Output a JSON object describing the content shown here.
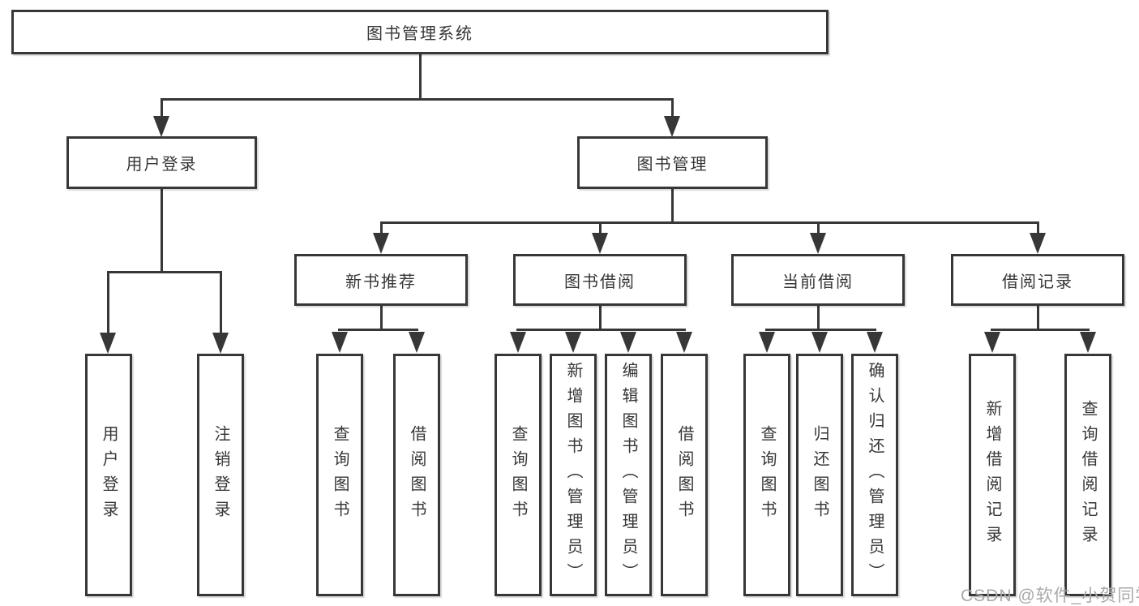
{
  "colors": {
    "line": "#373737",
    "node_border": "#373737",
    "node_text": "#363636",
    "background": "#ffffff",
    "watermark": "#a9a9a9"
  },
  "chart": {
    "type": "tree-diagram",
    "root": {
      "label": "图书管理系统"
    },
    "branches": [
      {
        "label": "用户登录",
        "children": [
          {
            "label": "用户登录"
          },
          {
            "label": "注销登录"
          }
        ]
      },
      {
        "label": "图书管理",
        "children": [
          {
            "label": "新书推荐",
            "children": [
              {
                "label": "查询图书"
              },
              {
                "label": "借阅图书"
              }
            ]
          },
          {
            "label": "图书借阅",
            "children": [
              {
                "label": "查询图书"
              },
              {
                "label": "新增图书（管理员）"
              },
              {
                "label": "编辑图书（管理员）"
              },
              {
                "label": "借阅图书"
              }
            ]
          },
          {
            "label": "当前借阅",
            "children": [
              {
                "label": "查询图书"
              },
              {
                "label": "归还图书"
              },
              {
                "label": "确认归还（管理员）"
              }
            ]
          },
          {
            "label": "借阅记录",
            "children": [
              {
                "label": "新增借阅记录"
              },
              {
                "label": "查询借阅记录"
              }
            ]
          }
        ]
      }
    ]
  },
  "watermark": {
    "text": "CSDN @软件_小贺同学"
  }
}
